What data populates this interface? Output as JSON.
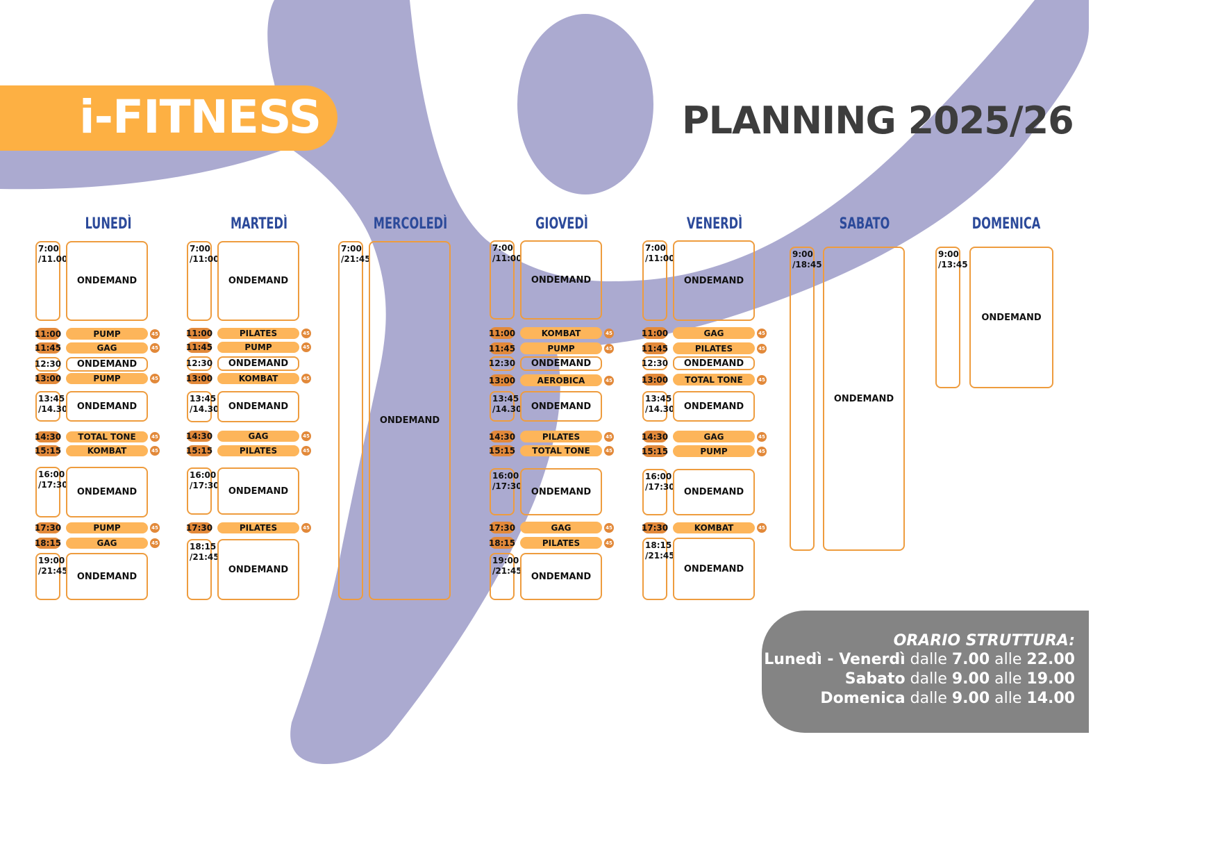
{
  "brand": "i-FITNESS",
  "title": "PLANNING 2025/26",
  "days": [
    "LUNEDÌ",
    "MARTEDÌ",
    "MERCOLEDÌ",
    "GIOVEDÌ",
    "VENERDÌ",
    "SABATO",
    "DOMENICA"
  ],
  "badge_label": "45",
  "colors": {
    "accent": "#fdb043",
    "pill": "#fdb55a",
    "pill_dark": "#e2893a",
    "border": "#ee9c3e",
    "day_text": "#2c4a9a",
    "figure": "#abaad0",
    "panel": "#848484",
    "title": "#3d3d3d"
  },
  "schedule": [
    {
      "day": "LUNEDÌ",
      "entries": [
        {
          "time": "7:00\n/11.00",
          "class": "ONDEMAND"
        },
        {
          "time": "11:00",
          "class": "PUMP",
          "badge": true
        },
        {
          "time": "11:45",
          "class": "GAG",
          "badge": true
        },
        {
          "time": "12:30",
          "class": "ONDEMAND"
        },
        {
          "time": "13:00",
          "class": "PUMP",
          "badge": true
        },
        {
          "time": "13:45\n/14.30",
          "class": "ONDEMAND"
        },
        {
          "time": "14:30",
          "class": "TOTAL TONE",
          "badge": true
        },
        {
          "time": "15:15",
          "class": "KOMBAT",
          "badge": true
        },
        {
          "time": "16:00\n/17:30",
          "class": "ONDEMAND"
        },
        {
          "time": "17:30",
          "class": "PUMP",
          "badge": true
        },
        {
          "time": "18:15",
          "class": "GAG",
          "badge": true
        },
        {
          "time": "19:00\n/21:45",
          "class": "ONDEMAND"
        }
      ]
    },
    {
      "day": "MARTEDÌ",
      "entries": [
        {
          "time": "7:00\n/11:00",
          "class": "ONDEMAND"
        },
        {
          "time": "11:00",
          "class": "PILATES",
          "badge": true
        },
        {
          "time": "11:45",
          "class": "PUMP",
          "badge": true
        },
        {
          "time": "12:30",
          "class": "ONDEMAND"
        },
        {
          "time": "13:00",
          "class": "KOMBAT",
          "badge": true
        },
        {
          "time": "13:45\n/14.30",
          "class": "ONDEMAND"
        },
        {
          "time": "14:30",
          "class": "GAG",
          "badge": true
        },
        {
          "time": "15:15",
          "class": "PILATES",
          "badge": true
        },
        {
          "time": "16:00\n/17:30",
          "class": "ONDEMAND"
        },
        {
          "time": "17:30",
          "class": "PILATES",
          "badge": true
        },
        {
          "time": "18:15\n/21:45",
          "class": "ONDEMAND"
        }
      ]
    },
    {
      "day": "MERCOLEDÌ",
      "entries": [
        {
          "time": "7:00\n/21:45",
          "class": "ONDEMAND"
        }
      ]
    },
    {
      "day": "GIOVEDÌ",
      "entries": [
        {
          "time": "7:00\n/11:00",
          "class": "ONDEMAND"
        },
        {
          "time": "11:00",
          "class": "KOMBAT",
          "badge": true
        },
        {
          "time": "11:45",
          "class": "PUMP",
          "badge": true
        },
        {
          "time": "12:30",
          "class": "ONDEMAND"
        },
        {
          "time": "13:00",
          "class": "AEROBICA",
          "badge": true
        },
        {
          "time": "13:45\n/14.30",
          "class": "ONDEMAND"
        },
        {
          "time": "14:30",
          "class": "PILATES",
          "badge": true
        },
        {
          "time": "15:15",
          "class": "TOTAL TONE",
          "badge": true
        },
        {
          "time": "16:00\n/17:30",
          "class": "ONDEMAND"
        },
        {
          "time": "17:30",
          "class": "GAG",
          "badge": true
        },
        {
          "time": "18:15",
          "class": "PILATES",
          "badge": true
        },
        {
          "time": "19:00\n/21:45",
          "class": "ONDEMAND"
        }
      ]
    },
    {
      "day": "VENERDÌ",
      "entries": [
        {
          "time": "7:00\n/11:00",
          "class": "ONDEMAND"
        },
        {
          "time": "11:00",
          "class": "GAG",
          "badge": true
        },
        {
          "time": "11:45",
          "class": "PILATES",
          "badge": true
        },
        {
          "time": "12:30",
          "class": "ONDEMAND"
        },
        {
          "time": "13:00",
          "class": "TOTAL TONE",
          "badge": true
        },
        {
          "time": "13:45\n/14.30",
          "class": "ONDEMAND"
        },
        {
          "time": "14:30",
          "class": "GAG",
          "badge": true
        },
        {
          "time": "15:15",
          "class": "PUMP",
          "badge": true
        },
        {
          "time": "16:00\n/17:30",
          "class": "ONDEMAND"
        },
        {
          "time": "17:30",
          "class": "KOMBAT",
          "badge": true
        },
        {
          "time": "18:15\n/21:45",
          "class": "ONDEMAND"
        }
      ]
    },
    {
      "day": "SABATO",
      "entries": [
        {
          "time": "9:00\n/18:45",
          "class": "ONDEMAND"
        }
      ]
    },
    {
      "day": "DOMENICA",
      "entries": [
        {
          "time": "9:00\n/13:45",
          "class": "ONDEMAND"
        }
      ]
    }
  ],
  "orario": {
    "title": "ORARIO STRUTTURA:",
    "lines": [
      {
        "days": "Lunedì - Venerdì",
        "from_word": "dalle",
        "from": "7.00",
        "to_word": "alle",
        "to": "22.00"
      },
      {
        "days": "Sabato",
        "from_word": "dalle",
        "from": "9.00",
        "to_word": "alle",
        "to": "19.00"
      },
      {
        "days": "Domenica",
        "from_word": "dalle",
        "from": "9.00",
        "to_word": "alle",
        "to": "14.00"
      }
    ]
  }
}
